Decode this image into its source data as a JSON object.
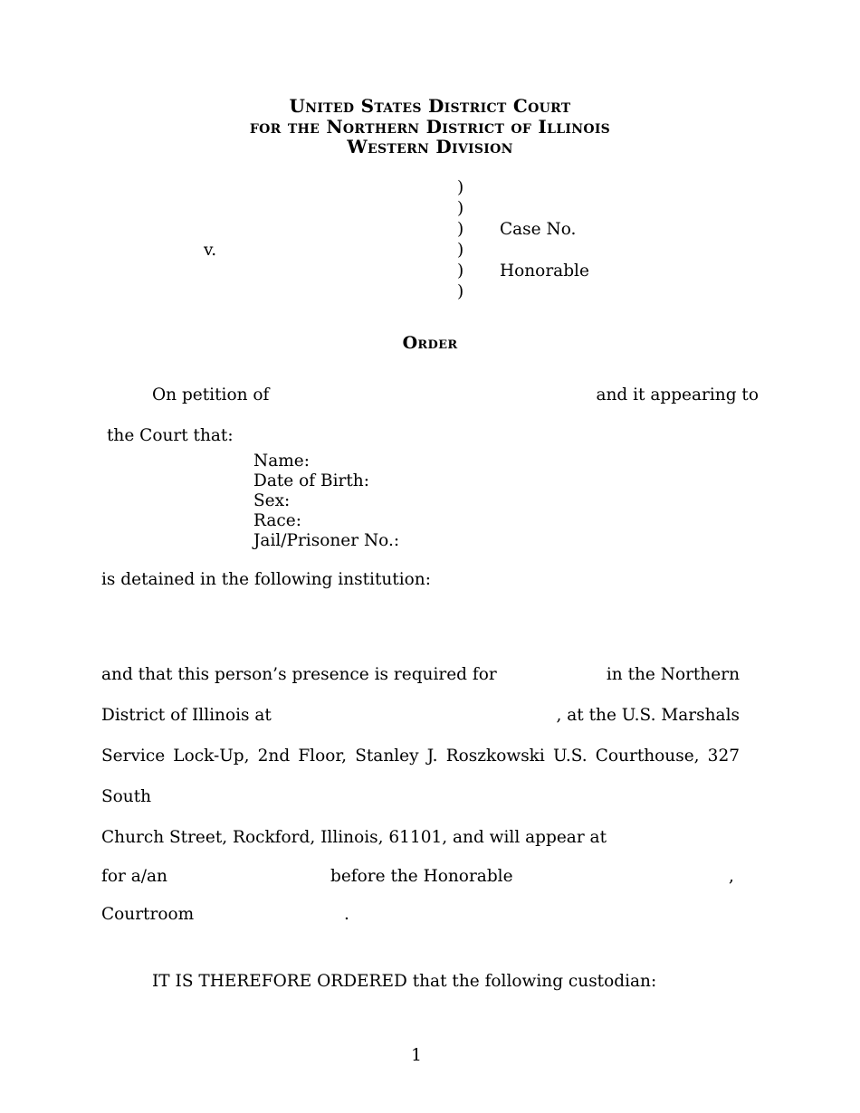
{
  "header": {
    "line1": "United States District Court",
    "line2": "for the Northern District of Illinois",
    "line3": "Western Division"
  },
  "caption": {
    "versus": "v.",
    "paren": ")",
    "case_no_label": "Case No.",
    "honorable_label": "Honorable"
  },
  "order_heading": "Order",
  "body": {
    "p1_start": "On petition of",
    "p1_end": "and it appearing to",
    "p1_line2": "the Court that:",
    "prisoner_fields": [
      {
        "label": "Name:"
      },
      {
        "label": "Date of Birth:"
      },
      {
        "label": "Sex:"
      },
      {
        "label": "Race:"
      },
      {
        "label": "Jail/Prisoner No.:"
      }
    ],
    "detained_line": "is detained in the following institution:",
    "presence_line1_start": "and that this person’s presence is required for",
    "presence_line1_end": "in the Northern",
    "presence_line2_start": "District of Illinois at",
    "presence_line2_end": ",  at the U.S. Marshals",
    "presence_line3": "Service Lock-Up, 2nd Floor, Stanley J. Roszkowski U.S. Courthouse, 327 South",
    "presence_line4": "Church Street, Rockford, Illinois, 61101, and will appear at",
    "appearance_line_start": "for a/an",
    "appearance_line_mid": "before the Honorable",
    "appearance_line_end": ",",
    "courtroom_label": "Courtroom",
    "courtroom_end": ".",
    "ordered_line": "IT IS THEREFORE ORDERED that the following custodian:"
  },
  "footer": {
    "page_number": "1"
  }
}
